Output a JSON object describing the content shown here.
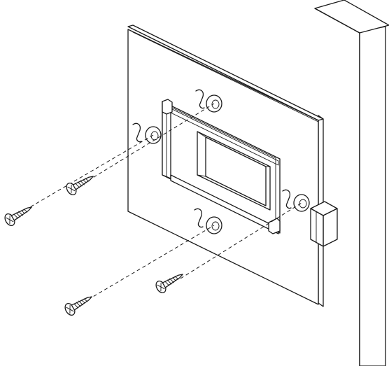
{
  "figure": {
    "description_visible_text": "",
    "colors": {
      "line": "#1a1a1a",
      "background": "#ffffff"
    },
    "parts": [
      {
        "name": "wall",
        "icon": "wall-panel"
      },
      {
        "name": "mounting-plate",
        "icon": "wall-plate"
      },
      {
        "name": "rectangular-opening",
        "icon": "cutout"
      },
      {
        "name": "keyhole-slot",
        "count": 4,
        "icon": "keyhole"
      },
      {
        "name": "screw",
        "count": 4,
        "icon": "screw"
      }
    ]
  }
}
